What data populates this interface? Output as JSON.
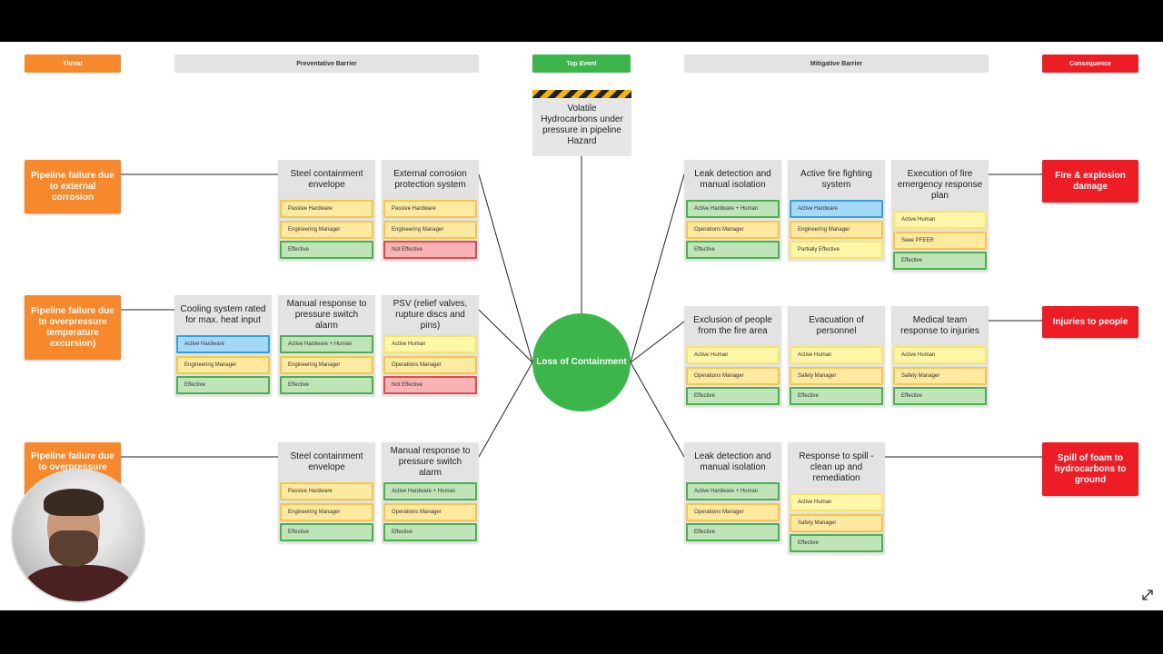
{
  "headers": {
    "threat": "Threat",
    "preventative": "Preventative Barrier",
    "top_event": "Top Event",
    "mitigative": "Mitigative Barrier",
    "consequence": "Consequence"
  },
  "hazard": "Volatile Hydrocarbons under pressure in pipeline Hazard",
  "top_event": "Loss of Containment",
  "threats": [
    "Pipeline failure due to external corrosion",
    "Pipeline failure due to overpressure temperature excursion)",
    "Pipeline failure due to overpressure"
  ],
  "consequences": [
    "Fire & explosion damage",
    "Injuries to people",
    "Spill of foam to hydrocarbons to ground"
  ],
  "preventative_barriers": [
    {
      "title": "Steel containment envelope",
      "type": "Passive Hardware",
      "owner": "Engineering Manager",
      "status": "Effective"
    },
    {
      "title": "External corrosion protection system",
      "type": "Passive Hardware",
      "owner": "Engineering Manager",
      "status": "Not Effective"
    },
    {
      "title": "Cooling system rated for max. heat input",
      "type": "Active Hardware",
      "owner": "Engineering Manager",
      "status": "Effective"
    },
    {
      "title": "Manual response to pressure switch alarm",
      "type": "Active Hardware + Human",
      "owner": "Engineering Manager",
      "status": "Effective"
    },
    {
      "title": "PSV (relief valves, rupture discs and pins)",
      "type": "Active Human",
      "owner": "Operations Manager",
      "status": "Not Effective"
    },
    {
      "title": "Steel containment envelope",
      "type": "Passive Hardware",
      "owner": "Engineering Manager",
      "status": "Effective"
    },
    {
      "title": "Manual response to pressure switch alarm",
      "type": "Active Hardware + Human",
      "owner": "Operations Manager",
      "status": "Effective"
    }
  ],
  "mitigative_barriers": [
    {
      "title": "Leak detection and manual isolation",
      "type": "Active Hardware + Human",
      "owner": "Operations Manager",
      "status": "Effective"
    },
    {
      "title": "Active fire fighting system",
      "type": "Active Hardware",
      "owner": "Engineering Manager",
      "status": "Partially Effective"
    },
    {
      "title": "Execution of fire emergency response plan",
      "type": "Active Human",
      "owner": "Seee PFEER",
      "status": "Effective"
    },
    {
      "title": "Exclusion of people from the fire area",
      "type": "Active Human",
      "owner": "Operations Manager",
      "status": "Effective"
    },
    {
      "title": "Evacuation of personnel",
      "type": "Active Human",
      "owner": "Safety Manager",
      "status": "Effective"
    },
    {
      "title": "Medical team response to injuries",
      "type": "Active Human",
      "owner": "Safety Manager",
      "status": "Effective"
    },
    {
      "title": "Leak detection and manual isolation",
      "type": "Active Hardware + Human",
      "owner": "Operations Manager",
      "status": "Effective"
    },
    {
      "title": "Response to spill - clean up and remediation",
      "type": "Active Human",
      "owner": "Safety Manager",
      "status": "Effective"
    }
  ],
  "colors": {
    "threat": "#f7892c",
    "top_event": "#3cb54a",
    "consequence": "#ee1c25",
    "effective": "#bfe4b8",
    "not_effective": "#f8b4b4",
    "partially_effective": "#fff6a8",
    "active_hardware": "#a5d8f5"
  },
  "icons": {
    "hazard_stripe": "hazard-stripe-icon",
    "expand": "expand-icon"
  }
}
